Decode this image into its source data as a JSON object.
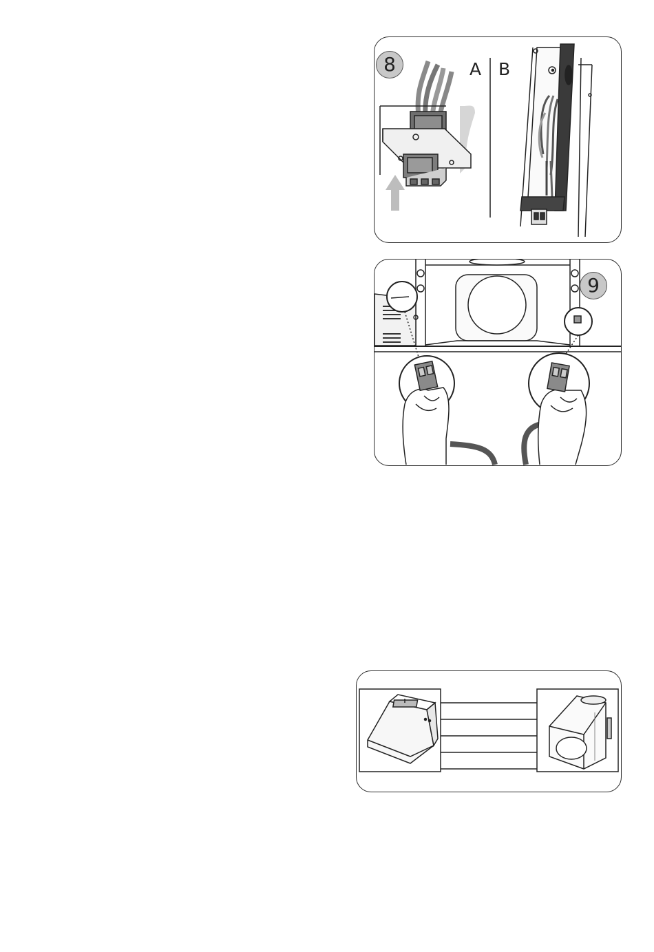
{
  "figures": {
    "fig8": {
      "step": "8",
      "label_a": "A",
      "label_b": "B"
    },
    "fig9": {
      "step": "9"
    }
  }
}
